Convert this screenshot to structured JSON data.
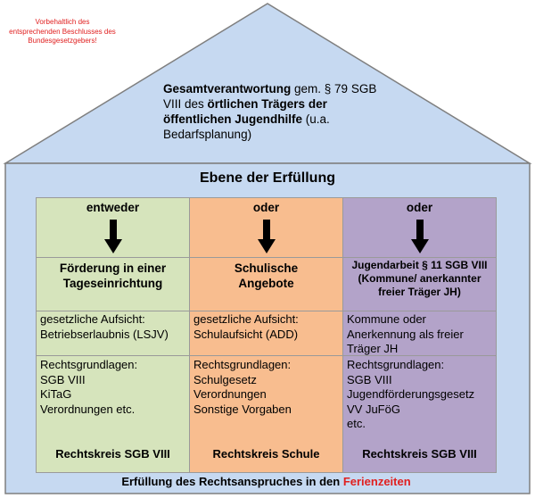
{
  "disclaimer": "Vorbehaltlich des entsprechenden Beschlusses des Bundesgesetzgebers!",
  "roof": {
    "part1_bold": "Gesamtverantwortung",
    "part2": " gem. § 79 SGB VIII des ",
    "part3_bold": "örtlichen Trägers der öffentlichen Jugendhilfe",
    "part4": " (u.a. Bedarfsplanung)"
  },
  "level_title": "Ebene der Erfüllung",
  "columns": [
    {
      "header": "entweder",
      "title": "Förderung in einer Tageseinrichtung",
      "supervision": "gesetzliche Aufsicht: Betriebserlaubnis (LSJV)",
      "legal_label": "Rechtsgrundlagen:",
      "legal_items": [
        "SGB VIII",
        "KiTaG",
        "Verordnungen etc."
      ],
      "circle": "Rechtskreis SGB VIII",
      "color": "#d6e4bc"
    },
    {
      "header": "oder",
      "title": "Schulische Angebote",
      "supervision": "gesetzliche Aufsicht: Schulaufsicht (ADD)",
      "legal_label": "Rechtsgrundlagen:",
      "legal_items": [
        "Schulgesetz",
        "Verordnungen",
        "Sonstige Vorgaben"
      ],
      "circle": "Rechtskreis Schule",
      "color": "#f8bd8f"
    },
    {
      "header": "oder",
      "title": "Jugendarbeit § 11 SGB VIII (Kommune/ anerkannter freier Träger JH)",
      "supervision": "Kommune oder Anerkennung als freier Träger JH",
      "legal_label": "Rechtsgrundlagen:",
      "legal_items": [
        "SGB VIII",
        "Jugendförderungsgesetz",
        "VV JuFöG",
        "etc."
      ],
      "circle": "Rechtskreis SGB VIII",
      "color": "#b3a3c9"
    }
  ],
  "footer": {
    "text": "Erfüllung des Rechtsanspruches in den ",
    "highlight": "Ferienzeiten",
    "highlight_color": "#e02020"
  },
  "colors": {
    "house_fill": "#c6d9f1",
    "house_stroke": "#7f7f7f"
  }
}
